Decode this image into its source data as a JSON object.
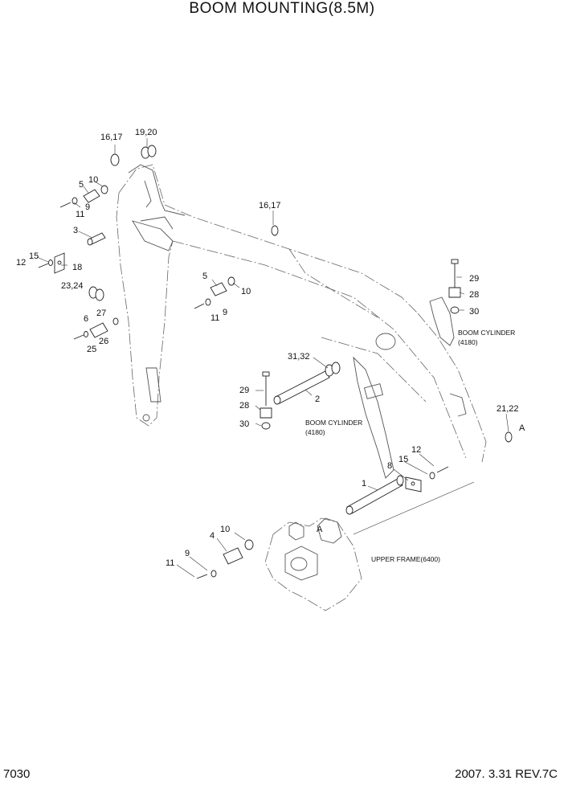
{
  "title": "BOOM MOUNTING(8.5M)",
  "page_number": "7030",
  "revision": "2007. 3.31 REV.7C",
  "callouts": {
    "c1617a": "16,17",
    "c1920": "19,20",
    "c5a": "5",
    "c10a": "10",
    "c9a": "9",
    "c11a": "11",
    "c3": "3",
    "c15a": "15",
    "c12a": "12",
    "c18": "18",
    "c2324": "23,24",
    "c27": "27",
    "c6": "6",
    "c26": "26",
    "c25": "25",
    "c1617b": "16,17",
    "c5b": "5",
    "c10b": "10",
    "c9b": "9",
    "c11b": "11",
    "c29a": "29",
    "c28a": "28",
    "c30a": "30",
    "c3132": "31,32",
    "c29b": "29",
    "c2": "2",
    "c28b": "28",
    "c30b": "30",
    "c2122": "21,22",
    "cAa": "A",
    "c12b": "12",
    "c15b": "15",
    "c8": "8",
    "c1": "1",
    "c10c": "10",
    "c4": "4",
    "cAb": "A",
    "c9c": "9",
    "c11c": "11"
  },
  "notes": {
    "boom_cyl_1_a": "BOOM CYLINDER",
    "boom_cyl_1_b": "(4180)",
    "boom_cyl_2_a": "BOOM CYLINDER",
    "boom_cyl_2_b": "(4180)",
    "upper_frame": "UPPER FRAME(6400)"
  }
}
